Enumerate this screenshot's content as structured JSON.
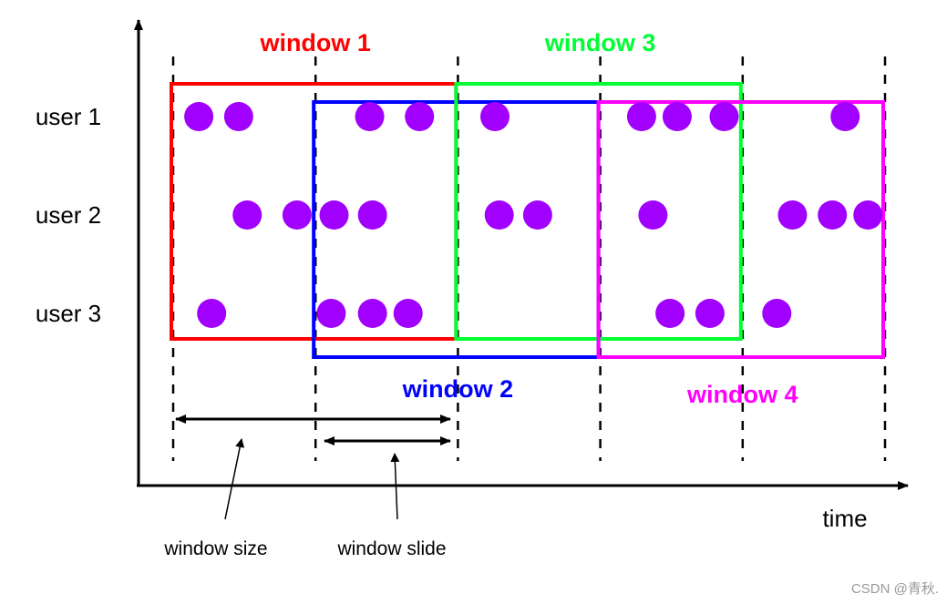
{
  "users": [
    {
      "label": "user 1",
      "events": [
        0.18,
        0.46,
        1.38,
        1.73,
        2.26,
        3.29,
        3.54,
        3.87,
        4.72
      ]
    },
    {
      "label": "user 2",
      "events": [
        0.52,
        0.87,
        1.13,
        1.4,
        2.29,
        2.56,
        3.37,
        4.35,
        4.63,
        4.88
      ]
    },
    {
      "label": "user 3",
      "events": [
        0.27,
        1.11,
        1.4,
        1.65,
        3.49,
        3.77,
        4.24
      ]
    }
  ],
  "windows": [
    {
      "label": "window 1",
      "start": 0,
      "end": 2,
      "color": "#ff0000"
    },
    {
      "label": "window 2",
      "start": 1,
      "end": 3,
      "color": "#0000ff"
    },
    {
      "label": "window 3",
      "start": 2,
      "end": 4,
      "color": "#00ff33"
    },
    {
      "label": "window 4",
      "start": 3,
      "end": 5,
      "color": "#ff00ff"
    }
  ],
  "slide_boundaries": [
    0,
    1,
    2,
    3,
    4,
    5
  ],
  "event_color": "#a100ff",
  "annotations": {
    "window_size": "window size",
    "window_slide": "window slide"
  },
  "axis": {
    "x_label": "time"
  },
  "watermark": "CSDN @青秋."
}
